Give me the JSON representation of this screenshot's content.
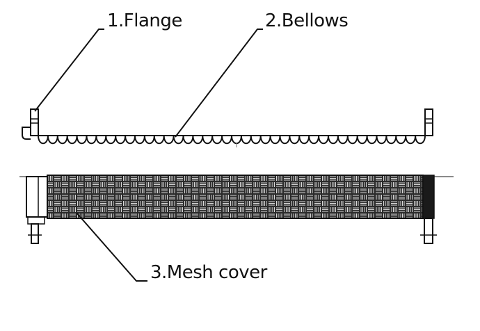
{
  "labels": {
    "flange": "1.Flange",
    "bellows": "2.Bellows",
    "mesh_cover": "3.Mesh cover"
  },
  "colors": {
    "ink": "#111111",
    "mesh_dark": "#2b2b2b",
    "mesh_light": "#d9d9d9",
    "background": "#ffffff"
  }
}
